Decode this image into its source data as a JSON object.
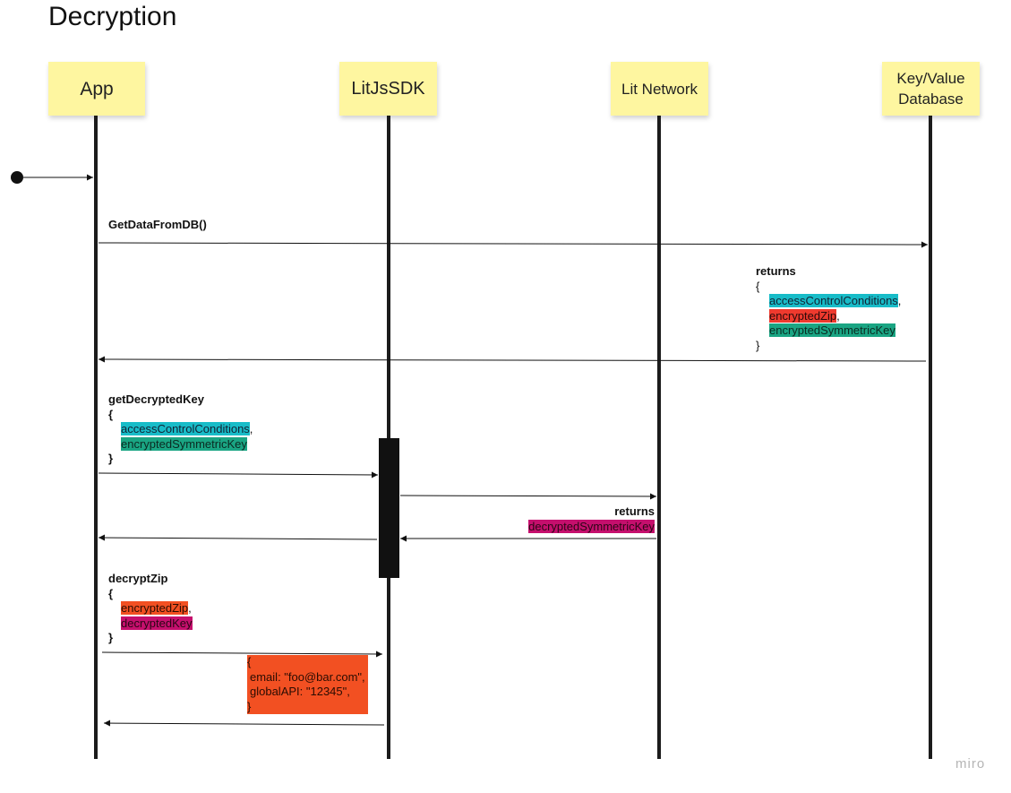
{
  "title": "Decryption",
  "participants": [
    {
      "id": "app",
      "label": "App"
    },
    {
      "id": "sdk",
      "label": "LitJsSDK"
    },
    {
      "id": "network",
      "label": "Lit Network"
    },
    {
      "id": "db",
      "label": "Key/Value Database"
    }
  ],
  "messages": {
    "get_data": "GetDataFromDB()",
    "db_returns": {
      "label": "returns",
      "open": "{",
      "items": [
        {
          "text": "accessControlConditions",
          "suffix": ","
        },
        {
          "text": "encryptedZip",
          "suffix": ","
        },
        {
          "text": "encryptedSymmetricKey",
          "suffix": ""
        }
      ],
      "close": "}"
    },
    "get_key": {
      "label": "getDecryptedKey",
      "open": "{",
      "items": [
        {
          "text": "accessControlConditions",
          "suffix": ","
        },
        {
          "text": "encryptedSymmetricKey",
          "suffix": ""
        }
      ],
      "close": "}"
    },
    "network_returns": {
      "label": "returns",
      "value": "decryptedSymmetricKey"
    },
    "decrypt_zip": {
      "label": "decryptZip",
      "open": "{",
      "items": [
        {
          "text": "encryptedZip",
          "suffix": ","
        },
        {
          "text": "decryptedKey",
          "suffix": ""
        }
      ],
      "close": "}"
    },
    "result": {
      "lines": [
        "{",
        " email: \"foo@bar.com\",",
        " globalAPI: \"12345\",",
        "}"
      ]
    }
  },
  "colors": {
    "note": "#fef6a0",
    "cyan": "#18bcc8",
    "red": "#ef3a2e",
    "teal": "#1aa583",
    "magenta": "#c50f6d",
    "orange": "#f25022"
  },
  "watermark": "miro"
}
